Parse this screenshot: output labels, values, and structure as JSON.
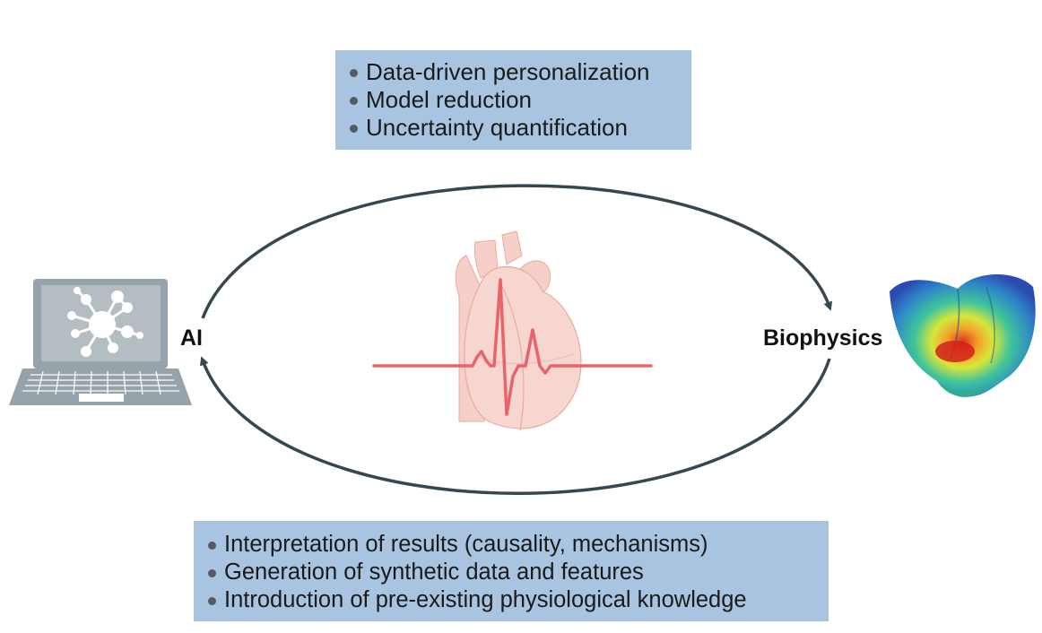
{
  "top_box": {
    "items": [
      "Data-driven personalization",
      "Model reduction",
      "Uncertainty quantification"
    ]
  },
  "bottom_box": {
    "items": [
      "Interpretation of results (causality, mechanisms)",
      "Generation of synthetic data and features",
      "Introduction of pre-existing physiological knowledge"
    ]
  },
  "labels": {
    "left": "AI",
    "right": "Biophysics"
  },
  "colors": {
    "box_fill": "#a8c4e0",
    "cycle_arrow": "#36474f",
    "laptop": "#97a3aa",
    "heart": "#f4c7c0",
    "ecg_trace": "#e8636a"
  },
  "icons": [
    "laptop-network-icon",
    "heart-ecg-icon",
    "biophysics-heart-mesh-icon"
  ]
}
